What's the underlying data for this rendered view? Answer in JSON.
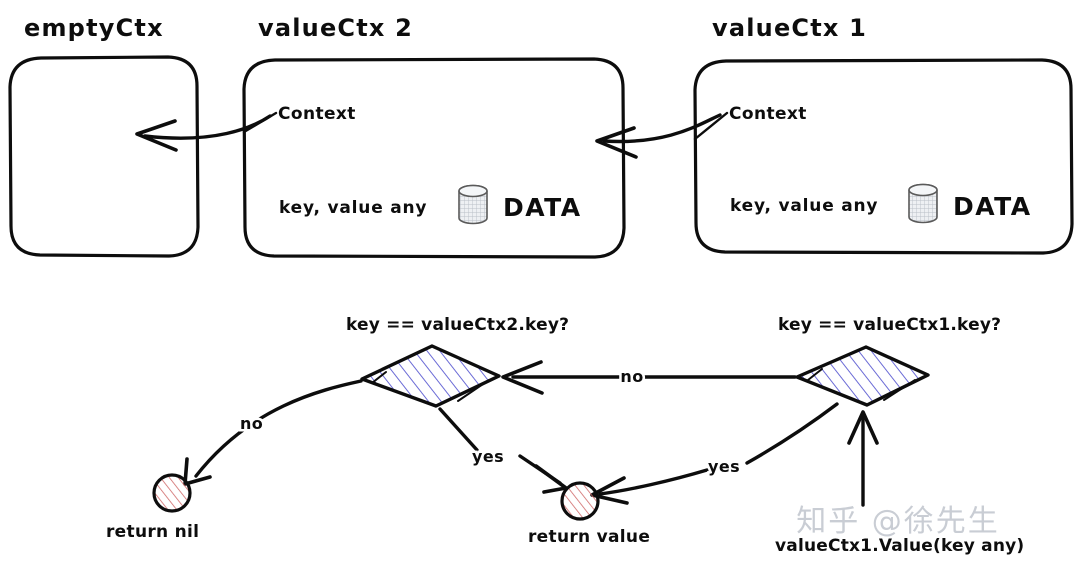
{
  "diagram": {
    "title_hidden": "Go context valueCtx Value(key) lookup chain",
    "watermark": "知乎 @徐先生",
    "colors": {
      "ink": "#0d0d0d",
      "diamond_hatch": "#6b6bd6",
      "circle_hatch": "#d06a6a",
      "cylinder_fill": "#d9dde2",
      "watermark": "#c9cdd4",
      "background": "#ffffff"
    },
    "boxes": [
      {
        "id": "emptyctx",
        "title": "emptyCtx",
        "fields": []
      },
      {
        "id": "valuectx2",
        "title": "valueCtx 2",
        "context_label": "Context",
        "key_value_label": "key, value any",
        "data_label": "DATA",
        "data_icon": "database-cylinder-icon"
      },
      {
        "id": "valuectx1",
        "title": "valueCtx 1",
        "context_label": "Context",
        "key_value_label": "key, value any",
        "data_label": "DATA",
        "data_icon": "database-cylinder-icon"
      }
    ],
    "decisions": [
      {
        "id": "d2",
        "label": "key == valueCtx2.key?"
      },
      {
        "id": "d1",
        "label": "key == valueCtx1.key?"
      }
    ],
    "terminals": [
      {
        "id": "return-nil",
        "label": "return nil"
      },
      {
        "id": "return-value",
        "label": "return value"
      }
    ],
    "edges": [
      {
        "id": "d1-to-d2",
        "label": "no"
      },
      {
        "id": "d2-to-nil",
        "label": "no"
      },
      {
        "id": "d2-to-value",
        "label": "yes"
      },
      {
        "id": "d1-to-value",
        "label": "yes"
      }
    ],
    "entry_call": "valueCtx1.Value(key any)"
  }
}
